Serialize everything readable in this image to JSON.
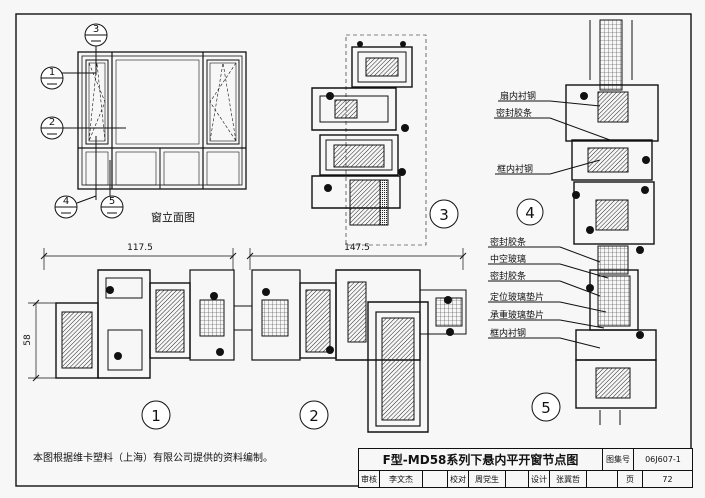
{
  "elevation": {
    "caption": "窗立面图",
    "markers": [
      {
        "num": "1"
      },
      {
        "num": "2"
      },
      {
        "num": "3"
      },
      {
        "num": "4"
      },
      {
        "num": "5"
      }
    ]
  },
  "dimensions": {
    "d1": "117.5",
    "d2": "147.5",
    "height": "58"
  },
  "detail_numbers": {
    "n1": "1",
    "n2": "2",
    "n3": "3",
    "n4": "4",
    "n5": "5"
  },
  "callouts": {
    "c4a": "扇内衬钢",
    "c4b": "密封胶条",
    "c4c": "框内衬钢",
    "c5a": "密封胶条",
    "c5b": "中空玻璃",
    "c5c": "密封胶条",
    "c5d": "定位玻璃垫片",
    "c5e": "承重玻璃垫片",
    "c5f": "框内衬钢"
  },
  "note": "本图根据维卡塑料（上海）有限公司提供的资料编制。",
  "title_block": {
    "title": "F型-MD58系列下悬内平开窗节点图",
    "atlas_label": "图集号",
    "atlas_no": "06J607-1",
    "review_label": "审核",
    "reviewer": "李文杰",
    "check_label": "校对",
    "checker": "周党生",
    "design_label": "设计",
    "designer": "张冀哲",
    "page_label": "页",
    "page_no": "72"
  }
}
